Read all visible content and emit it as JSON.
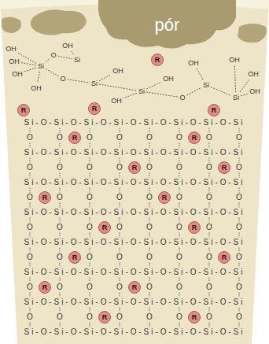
{
  "diagram": {
    "nodes": [
      {
        "text": [
          "pór"
        ]
      },
      {
        "text": [
          "R"
        ]
      },
      {
        "text": [
          "R"
        ]
      },
      {
        "text": [
          "R"
        ]
      },
      {
        "text": [
          "R"
        ]
      },
      {
        "text": [
          "R"
        ]
      },
      {
        "text": [
          "R"
        ]
      },
      {
        "text": [
          "R"
        ]
      },
      {
        "text": [
          "R"
        ]
      },
      {
        "text": [
          "R"
        ]
      },
      {
        "text": [
          "R"
        ]
      },
      {
        "text": [
          "R"
        ]
      },
      {
        "text": [
          "R"
        ]
      },
      {
        "text": [
          "R"
        ]
      },
      {
        "text": [
          "R"
        ]
      },
      {
        "text": [
          "R"
        ]
      },
      {
        "text": [
          "R"
        ]
      },
      {
        "text": [
          "R"
        ]
      },
      {
        "text": [
          "R"
        ]
      }
    ],
    "labels": [
      "OH",
      "OH",
      "OH",
      "Si",
      "O",
      "OH",
      "Si",
      "OH",
      "O",
      "Si",
      "OH",
      "Si",
      "OH",
      "OH",
      "Si",
      "OH",
      "OH",
      "Si",
      "O",
      "OH",
      "OH",
      "Si-O-Si-O-Si-O-Si-O-Si-O-Si-O-Si-O-Si",
      "Si-O-Si-O-Si-O-Si-O-Si-O-Si-O-Si-O-Si",
      "Si-O-Si-O-Si-O-Si-O-Si-O-Si-O-Si-O-Si",
      "Si-O-Si-O-Si-O-Si-O-Si-O-Si-O-Si-O-Si",
      "Si-O-Si-O-Si-O-Si-O-Si-O-Si-O-Si-O-Si",
      "Si-O-Si-O-Si-O-Si-O-Si-O-Si-O-Si-O-Si",
      "Si-O-Si-O-Si-O-Si-O-Si-O-Si-O-Si-O-Si",
      "Si-O-Si-O-Si-O-Si-O-Si-O-Si-O-Si-O-Si",
      "O O O O O O O O",
      "O O O O O O O O",
      "O O O O O O O O",
      "O O O O O O O O",
      "O O O O O O O O",
      "O O O O O O O O",
      "O O O O O O O O"
    ]
  }
}
